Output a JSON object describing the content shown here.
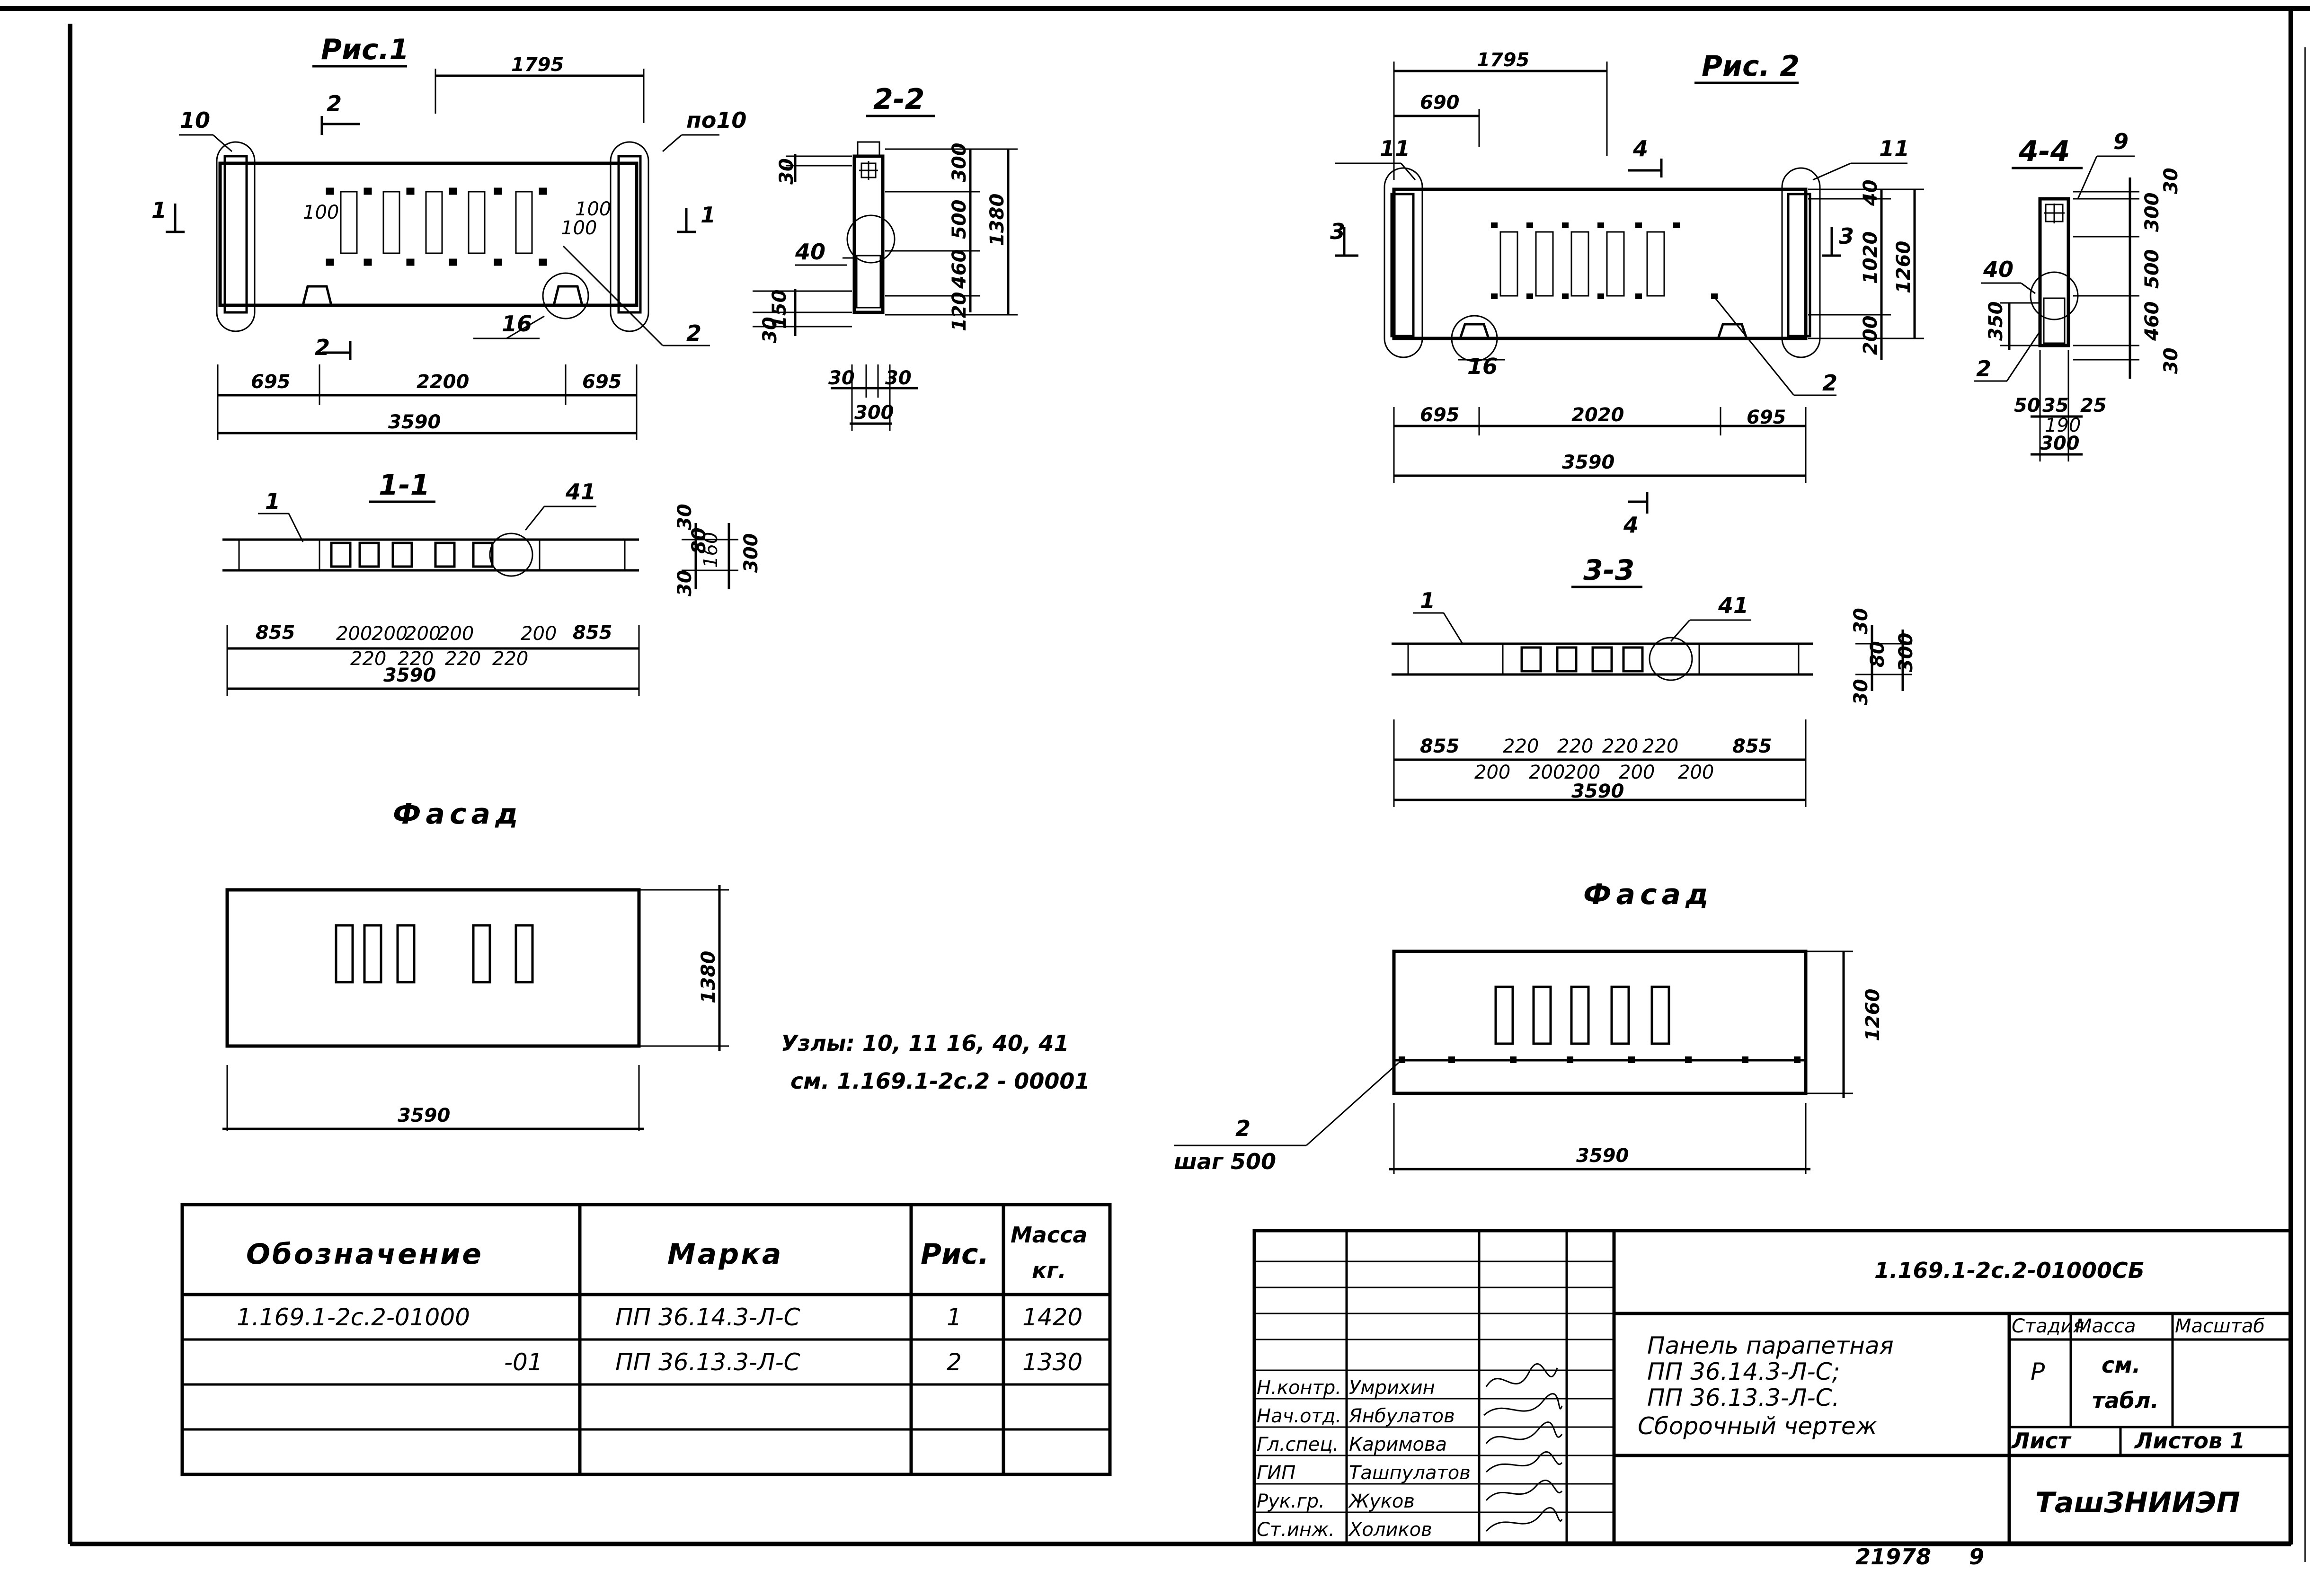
{
  "fig1": {
    "title": "Рис.1",
    "dims_top": "1795",
    "leader_10": "10",
    "leader_po10": "по10",
    "cut_2": "2",
    "cut_1": "1",
    "dim_100a": "100",
    "dim_100b": "100",
    "dim_100c": "100",
    "leader_16": "16",
    "leader_2": "2",
    "dim_695_left": "695",
    "dim_2200": "2200",
    "dim_695_right": "695",
    "dim_3590": "3590"
  },
  "sec22": {
    "title": "2-2",
    "leader_40": "40",
    "dims_right": [
      "300",
      "500",
      "460",
      "120"
    ],
    "dim_1380": "1380",
    "dims_left": [
      "30",
      "150",
      "30"
    ],
    "dims_bottom": [
      "30",
      "30",
      "300"
    ]
  },
  "sec11": {
    "title": "1-1",
    "leader_1": "1",
    "leader_41": "41",
    "dims_right": [
      "30",
      "80",
      "160",
      "30",
      "300"
    ],
    "dims_top_row": [
      "855",
      "200",
      "200",
      "200",
      "200",
      "200",
      "855"
    ],
    "dims_bottom_row": [
      "220",
      "220",
      "220",
      "220"
    ],
    "total": "3590"
  },
  "facade1": {
    "title": "Фасад",
    "height": "1380",
    "width": "3590"
  },
  "nodes_note": {
    "line1": "Узлы: 10, 11 16, 40, 41",
    "line2": "см. 1.169.1-2с.2 - 00001"
  },
  "fig2": {
    "title": "Рис. 2",
    "dim_1795": "1795",
    "dim_690": "690",
    "leader_11_left": "11",
    "leader_11_right": "11",
    "cut_3": "3",
    "cut_4": "4",
    "dims_right": [
      "40",
      "1020",
      "200"
    ],
    "dim_1260": "1260",
    "leader_16": "16",
    "leader_2": "2",
    "dim_695_left": "695",
    "dim_2020": "2020",
    "dim_695_right": "695",
    "dim_3590": "3590"
  },
  "sec44": {
    "title": "4-4",
    "leader_9": "9",
    "leader_40": "40",
    "leader_2": "2",
    "dim_350": "350",
    "dims_right": [
      "30",
      "300",
      "500",
      "460",
      "30"
    ],
    "dims_bottom": [
      "50",
      "35",
      "25",
      "190",
      "300"
    ]
  },
  "sec33": {
    "title": "3-3",
    "leader_1": "1",
    "leader_41": "41",
    "dims_right": [
      "30",
      "80",
      "30",
      "300"
    ],
    "dims_top_row": [
      "855",
      "220",
      "220",
      "220",
      "220",
      "855"
    ],
    "dims_bottom_row": [
      "200",
      "200",
      "200",
      "200",
      "200"
    ],
    "total": "3590"
  },
  "facade2": {
    "title": "Фасад",
    "height": "1260",
    "width": "3590",
    "leader": "2",
    "step": "шаг 500"
  },
  "spec_table": {
    "headers": [
      "Обозначение",
      "Марка",
      "Рис.",
      "Масса",
      "кг."
    ],
    "rows": [
      [
        "1.169.1-2с.2-01000",
        "ПП 36.14.3-Л-С",
        "1",
        "1420"
      ],
      [
        "-01",
        "ПП 36.13.3-Л-С",
        "2",
        "1330"
      ],
      [
        "",
        "",
        "",
        ""
      ],
      [
        "",
        "",
        "",
        ""
      ]
    ]
  },
  "title_block": {
    "doc_code": "1.169.1-2с.2-01000СБ",
    "name_lines": [
      "Панель парапетная",
      "ПП 36.14.3-Л-С;",
      "ПП 36.13.3-Л-С.",
      "Сборочный чертеж"
    ],
    "stage_label": "Стадия",
    "mass_label": "Масса",
    "scale_label": "Масштаб",
    "stage_value": "Р",
    "mass_value_1": "см.",
    "mass_value_2": "табл.",
    "sheet_label": "Лист",
    "sheets_label": "Листов 1",
    "org": "ТашЗНИИЭП",
    "roles": [
      {
        "role": "Н.контр.",
        "name": "Умрихин"
      },
      {
        "role": "Нач.отд.",
        "name": "Янбулатов"
      },
      {
        "role": "Гл.спец.",
        "name": "Каримова"
      },
      {
        "role": "ГИП",
        "name": "Ташпулатов"
      },
      {
        "role": "Рук.гр.",
        "name": "Жуков"
      },
      {
        "role": "Ст.инж.",
        "name": "Холиков"
      }
    ],
    "inventory_no": "21978",
    "page_no": "9"
  }
}
